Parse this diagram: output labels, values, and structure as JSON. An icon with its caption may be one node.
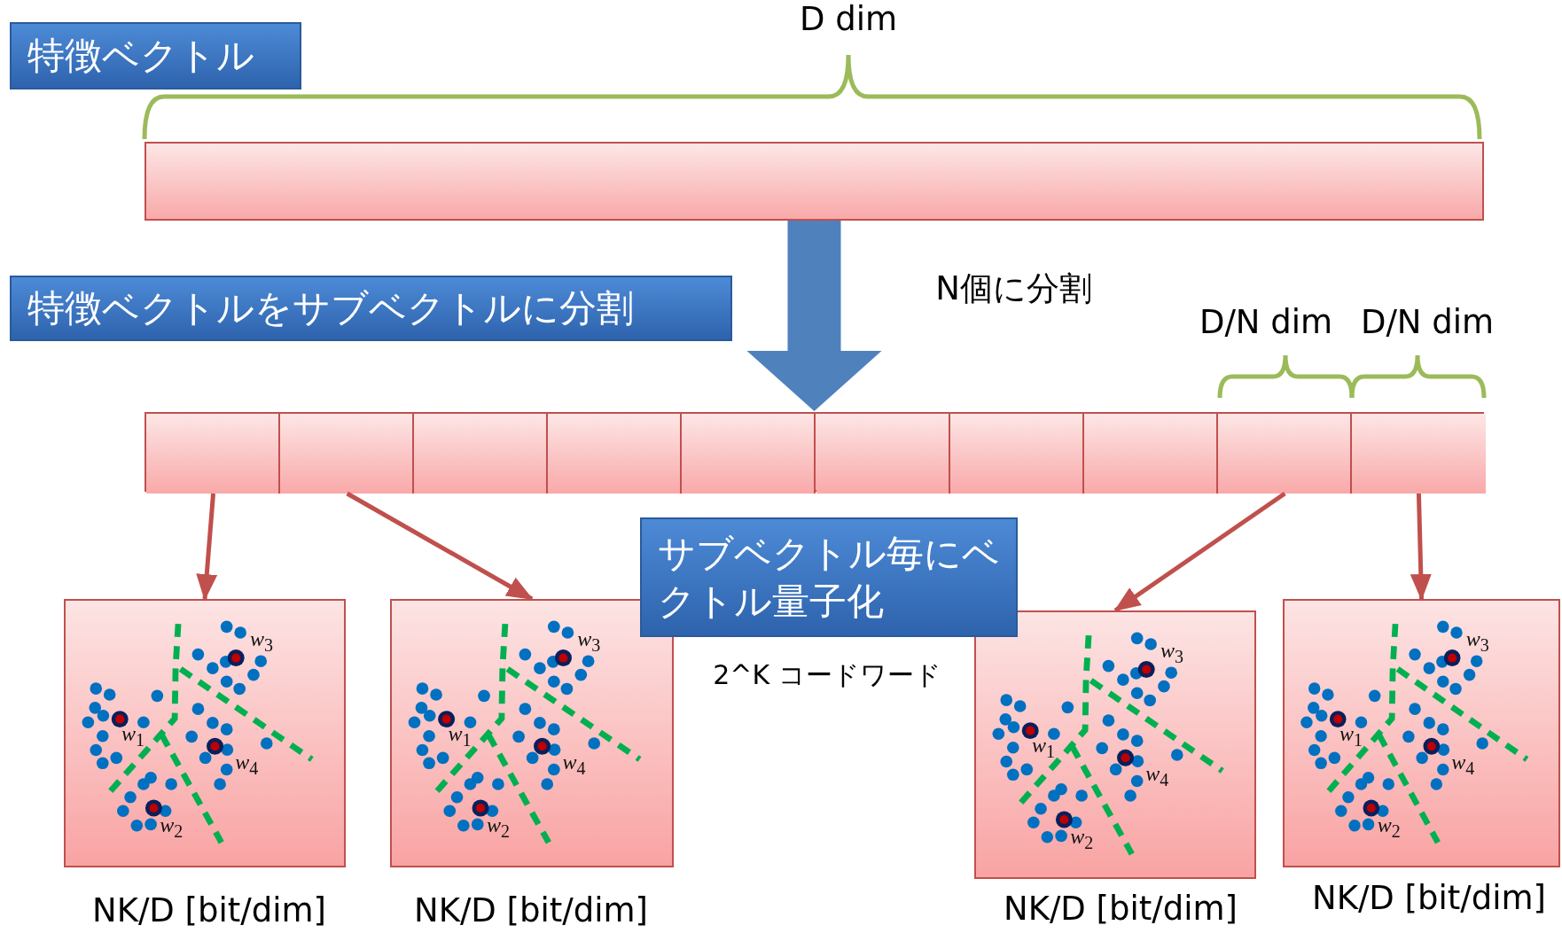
{
  "diagram": {
    "nodes": [
      {
        "text": [
          "特徴ベクトル"
        ]
      },
      {
        "text": [],
        "shape": "bar"
      },
      {
        "text": [
          "特徴ベクトルをサブベクトルに分割"
        ]
      },
      {
        "text": [],
        "shape": "bar"
      },
      {
        "text": [],
        "shape": "box",
        "in": 3
      },
      {
        "text": [],
        "shape": "box",
        "in": 3
      },
      {
        "text": [],
        "shape": "box",
        "in": 3
      },
      {
        "text": [],
        "shape": "box",
        "in": 3
      },
      {
        "text": [],
        "shape": "box",
        "in": 3
      },
      {
        "text": [],
        "shape": "box",
        "in": 3
      },
      {
        "text": [],
        "shape": "box",
        "in": 3
      },
      {
        "text": [],
        "shape": "box",
        "in": 3
      },
      {
        "text": [],
        "shape": "box",
        "in": 3
      },
      {
        "text": [],
        "shape": "box",
        "in": 3
      },
      {
        "text": [
          "サブベクトル毎にベクトル量子化"
        ]
      },
      {
        "text": [
          "*w*$_{3}$",
          "*w*$_{1}$",
          "*w*$_{4}$",
          "*w*$_{2}$"
        ],
        "beside": [
          "NK/D [bit/dim]"
        ]
      },
      {
        "text": [
          "*w*$_{3}$",
          "*w*$_{1}$",
          "*w*$_{4}$",
          "*w*$_{2}$"
        ],
        "beside": [
          "NK/D [bit/dim]"
        ]
      },
      {
        "text": [
          "*w*$_{3}$",
          "*w*$_{1}$",
          "*w*$_{4}$",
          "*w*$_{2}$"
        ],
        "beside": [
          "NK/D [bit/dim]"
        ]
      },
      {
        "text": [
          "*w*$_{3}$",
          "*w*$_{1}$",
          "*w*$_{4}$",
          "*w*$_{2}$"
        ],
        "beside": [
          "NK/D [bit/dim]"
        ]
      }
    ],
    "edges": [
      {
        "from": 1,
        "to": 3,
        "arrow": "to",
        "label": "N個に分割",
        "style": "thick",
        "color": "#4f81bd"
      },
      {
        "from": 4,
        "to": 15,
        "arrow": "to"
      },
      {
        "from": 5,
        "to": 16,
        "arrow": "to"
      },
      {
        "from": 12,
        "to": 17,
        "arrow": "to"
      },
      {
        "from": 13,
        "to": 18,
        "arrow": "to"
      }
    ],
    "labels": [
      "D dim",
      "D/N dim",
      "D/N dim",
      "2^K コードワード"
    ]
  }
}
